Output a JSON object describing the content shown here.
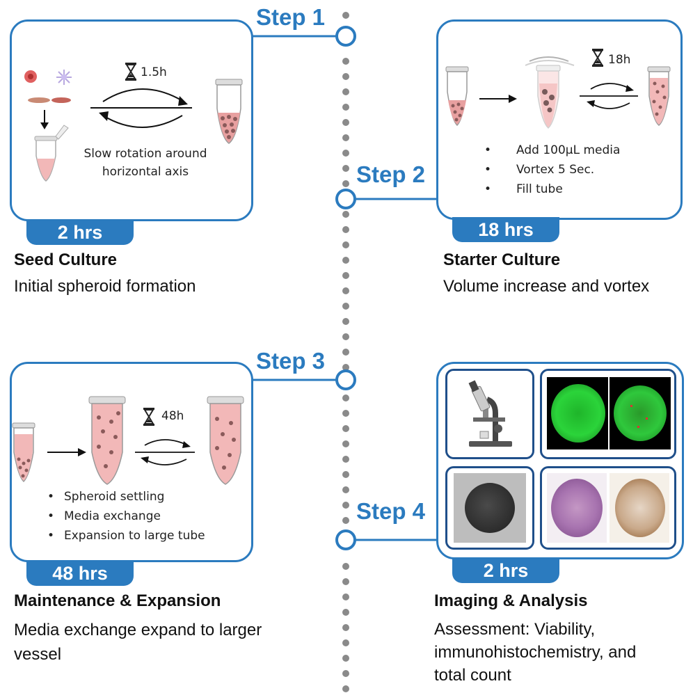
{
  "steps": [
    {
      "label": "Step 1",
      "duration": "2 hrs",
      "title": "Seed Culture",
      "description": "Initial spheroid formation",
      "timer": "1.5h",
      "caption": "Slow rotation around horizontal axis"
    },
    {
      "label": "Step 2",
      "duration": "18 hrs",
      "title": "Starter Culture",
      "description": "Volume increase and vortex",
      "timer": "18h",
      "bullets": [
        "Add 100µL media",
        "Vortex 5 Sec.",
        "Fill tube"
      ]
    },
    {
      "label": "Step 3",
      "duration": "48 hrs",
      "title": "Maintenance & Expansion",
      "description": "Media exchange expand to larger vessel",
      "timer": "48h",
      "bullets": [
        "Spheroid settling",
        "Media exchange",
        "Expansion to large tube"
      ]
    },
    {
      "label": "Step 4",
      "duration": "2 hrs",
      "title": "Imaging & Analysis",
      "description": "Assessment: Viability, immunohistochemistry, and total count"
    }
  ],
  "colors": {
    "accent": "#2b7bbf",
    "dark_accent": "#1f4f8a",
    "timeline_dots": "#8a8a8a",
    "tube_pink": "#f2b8b8",
    "spheroid": "#8a5a5a"
  },
  "icons": [
    "hourglass-icon",
    "microscope-icon",
    "microcentrifuge-tube-icon",
    "rotation-arrows-icon"
  ]
}
